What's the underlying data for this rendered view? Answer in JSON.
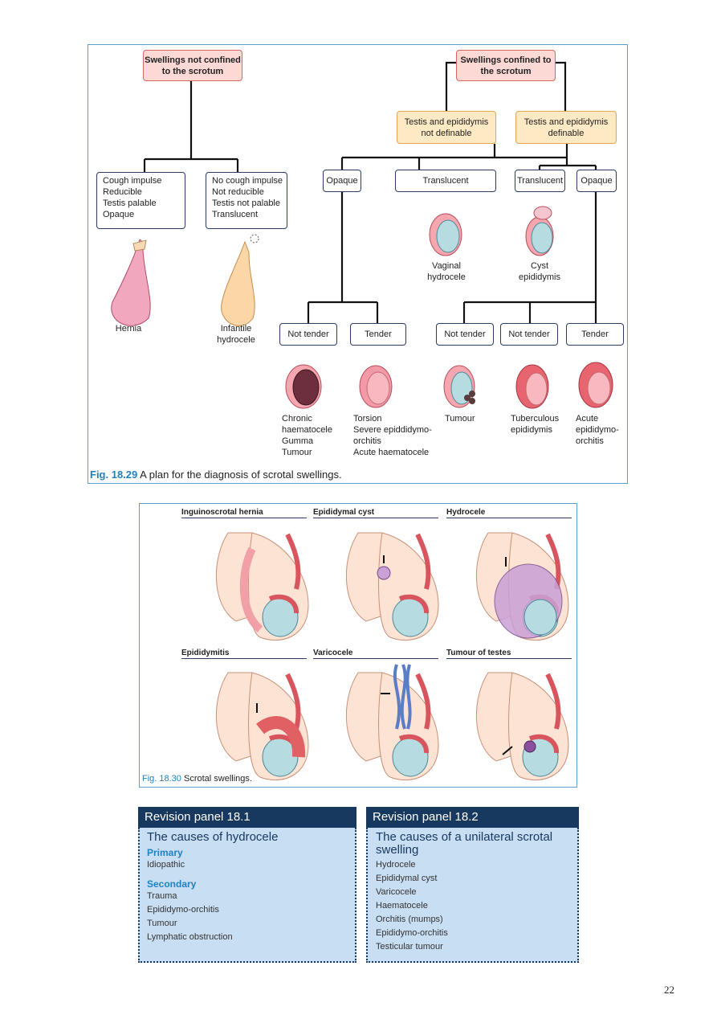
{
  "figure1": {
    "caption_num": "Fig. 18.29",
    "caption_text": "A plan for the diagnosis of scrotal swellings.",
    "boxes": {
      "not_confined": "Swellings not confined\nto the scrotum",
      "confined": "Swellings confined\nto the scrotum",
      "not_definable": "Testis and epididymis\nnot definable",
      "definable": "Testis and epididymis\ndefinable",
      "cough": "Cough impulse\nReducible\nTestis palable\nOpaque",
      "no_cough": "No cough impulse\nNot reducible\nTestis not palable\nTranslucent",
      "opaque1": "Opaque",
      "translucent1": "Translucent",
      "translucent2": "Translucent",
      "opaque2": "Opaque",
      "not_tender1": "Not tender",
      "tender1": "Tender",
      "not_tender2": "Not tender",
      "not_tender3": "Not tender",
      "tender2": "Tender"
    },
    "labels": {
      "hernia": "Hernia",
      "infantile": "Infantile\nhydrocele",
      "vaginal": "Vaginal\nhydrocele",
      "cyst": "Cyst\nepididymis",
      "chronic": "Chronic\nhaematocele\nGumma\nTumour",
      "torsion": "Torsion\nSevere epiddidymo-\norchitis\nAcute haematocele",
      "tumour": "Tumour",
      "tuberculous": "Tuberculous\nepididymis",
      "acute": "Acute\nepididymo-\norchitis"
    }
  },
  "figure2": {
    "caption_num": "Fig. 18.30",
    "caption_text": "Scrotal swellings.",
    "panels": [
      "Inguinoscrotal hernia",
      "Epididymal cyst",
      "Hydrocele",
      "Epididymitis",
      "Varicocele",
      "Tumour of testes"
    ]
  },
  "revision1": {
    "header": "Revision panel 18.1",
    "title": "The causes of hydrocele",
    "primary_label": "Primary",
    "primary_items": [
      "Idiopathic"
    ],
    "secondary_label": "Secondary",
    "secondary_items": [
      "Trauma",
      "Epididymo-orchitis",
      "Tumour",
      "Lymphatic obstruction"
    ]
  },
  "revision2": {
    "header": "Revision panel 18.2",
    "title": "The causes of a unilateral scrotal swelling",
    "items": [
      "Hydrocele",
      "Epididymal cyst",
      "Varicocele",
      "Haematocele",
      "Orchitis (mumps)",
      "Epididymo-orchitis",
      "Testicular tumour"
    ]
  },
  "page_number": "22",
  "colors": {
    "accent_blue": "#1f82c0",
    "panel_dark": "#17385f",
    "panel_fill": "#c8def3",
    "box_red": "#fcd9d5",
    "box_yellow": "#fde9c4"
  }
}
